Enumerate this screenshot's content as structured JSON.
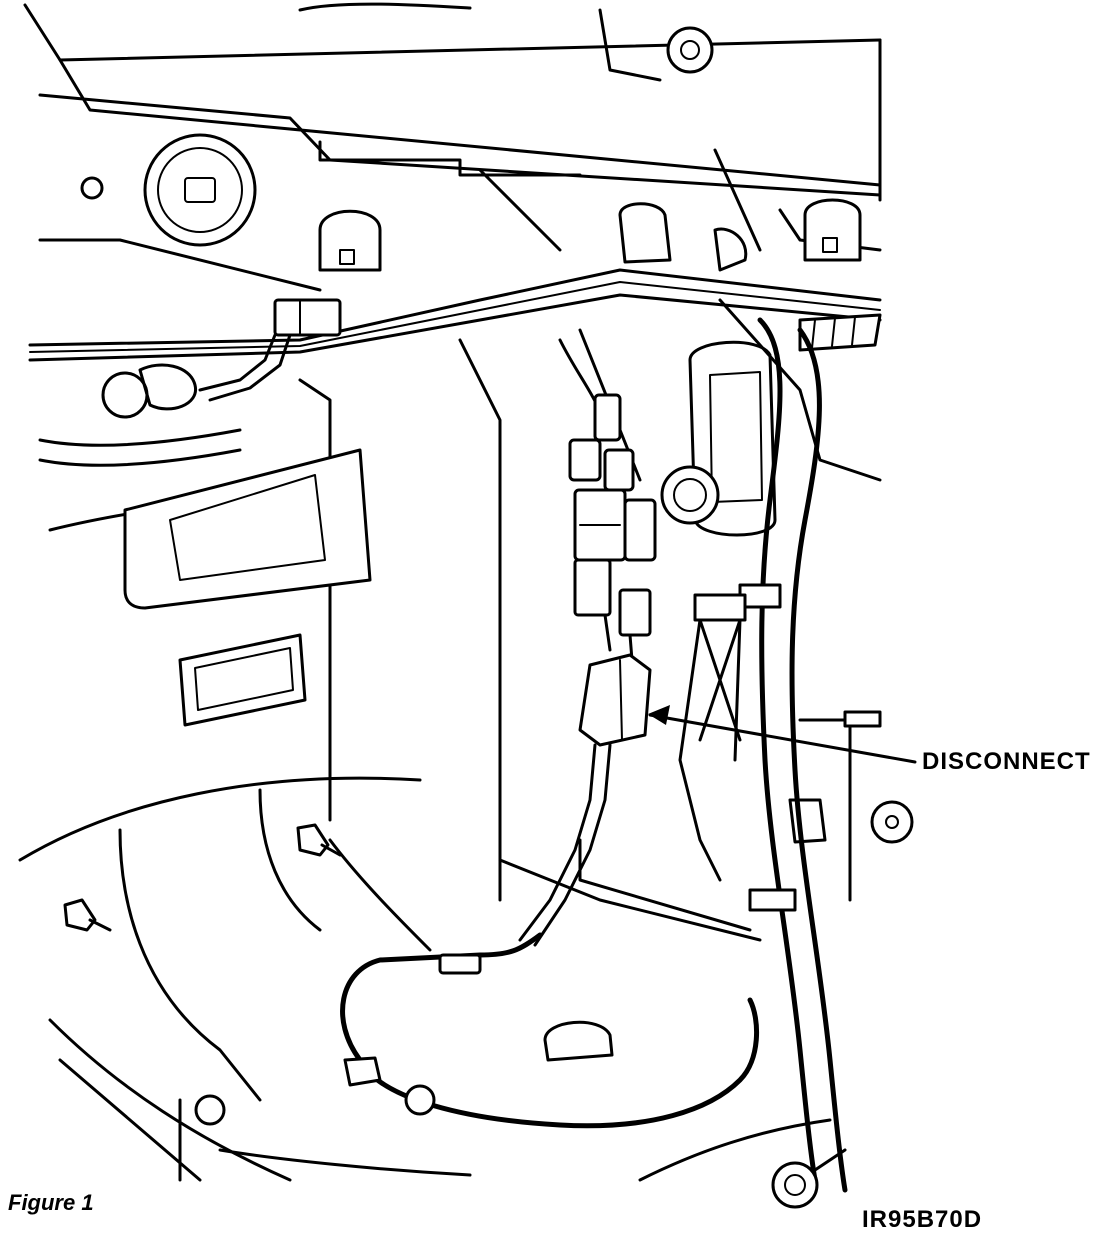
{
  "callout": {
    "text": "DISCONNECT"
  },
  "figure": {
    "caption": "Figure 1"
  },
  "reference": {
    "code": "IR95B70D"
  },
  "colors": {
    "line": "#000000",
    "background": "#ffffff"
  }
}
